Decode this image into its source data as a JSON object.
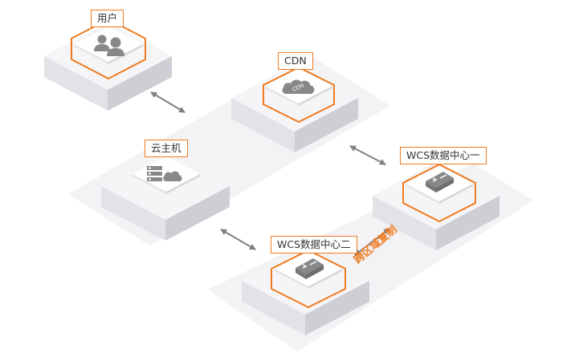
{
  "nodes": {
    "user": {
      "label": "用户",
      "icon": "user-group-icon"
    },
    "cdn": {
      "label": "CDN",
      "icon": "cdn-cloud-icon",
      "icon_text": "CDN"
    },
    "cloud_host": {
      "label": "云主机",
      "icon": "server-cloud-icon"
    },
    "wcs_dc1": {
      "label": "WCS数据中心一",
      "icon": "wcs-storage-icon"
    },
    "wcs_dc2": {
      "label": "WCS数据中心二",
      "icon": "wcs-storage-icon"
    }
  },
  "cross_region_label": "跨区域复制",
  "colors": {
    "accent": "#f07b1f",
    "icon_gray": "#888888",
    "platform_light": "#f0eff2",
    "platform_side": "#dcdbe0"
  }
}
